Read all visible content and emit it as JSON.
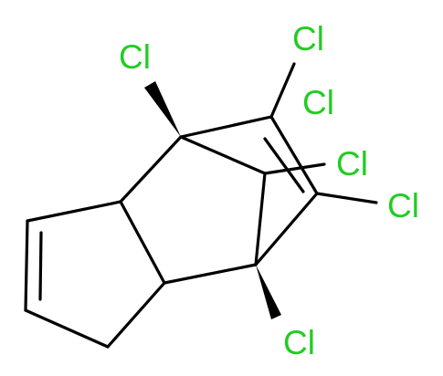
{
  "molecule": {
    "element_color": "#22cc22",
    "labels": {
      "cl_top_left": "Cl",
      "cl_top_right": "Cl",
      "cl_mid_upper": "Cl",
      "cl_mid_right": "Cl",
      "cl_right": "Cl",
      "cl_bottom": "Cl"
    }
  }
}
